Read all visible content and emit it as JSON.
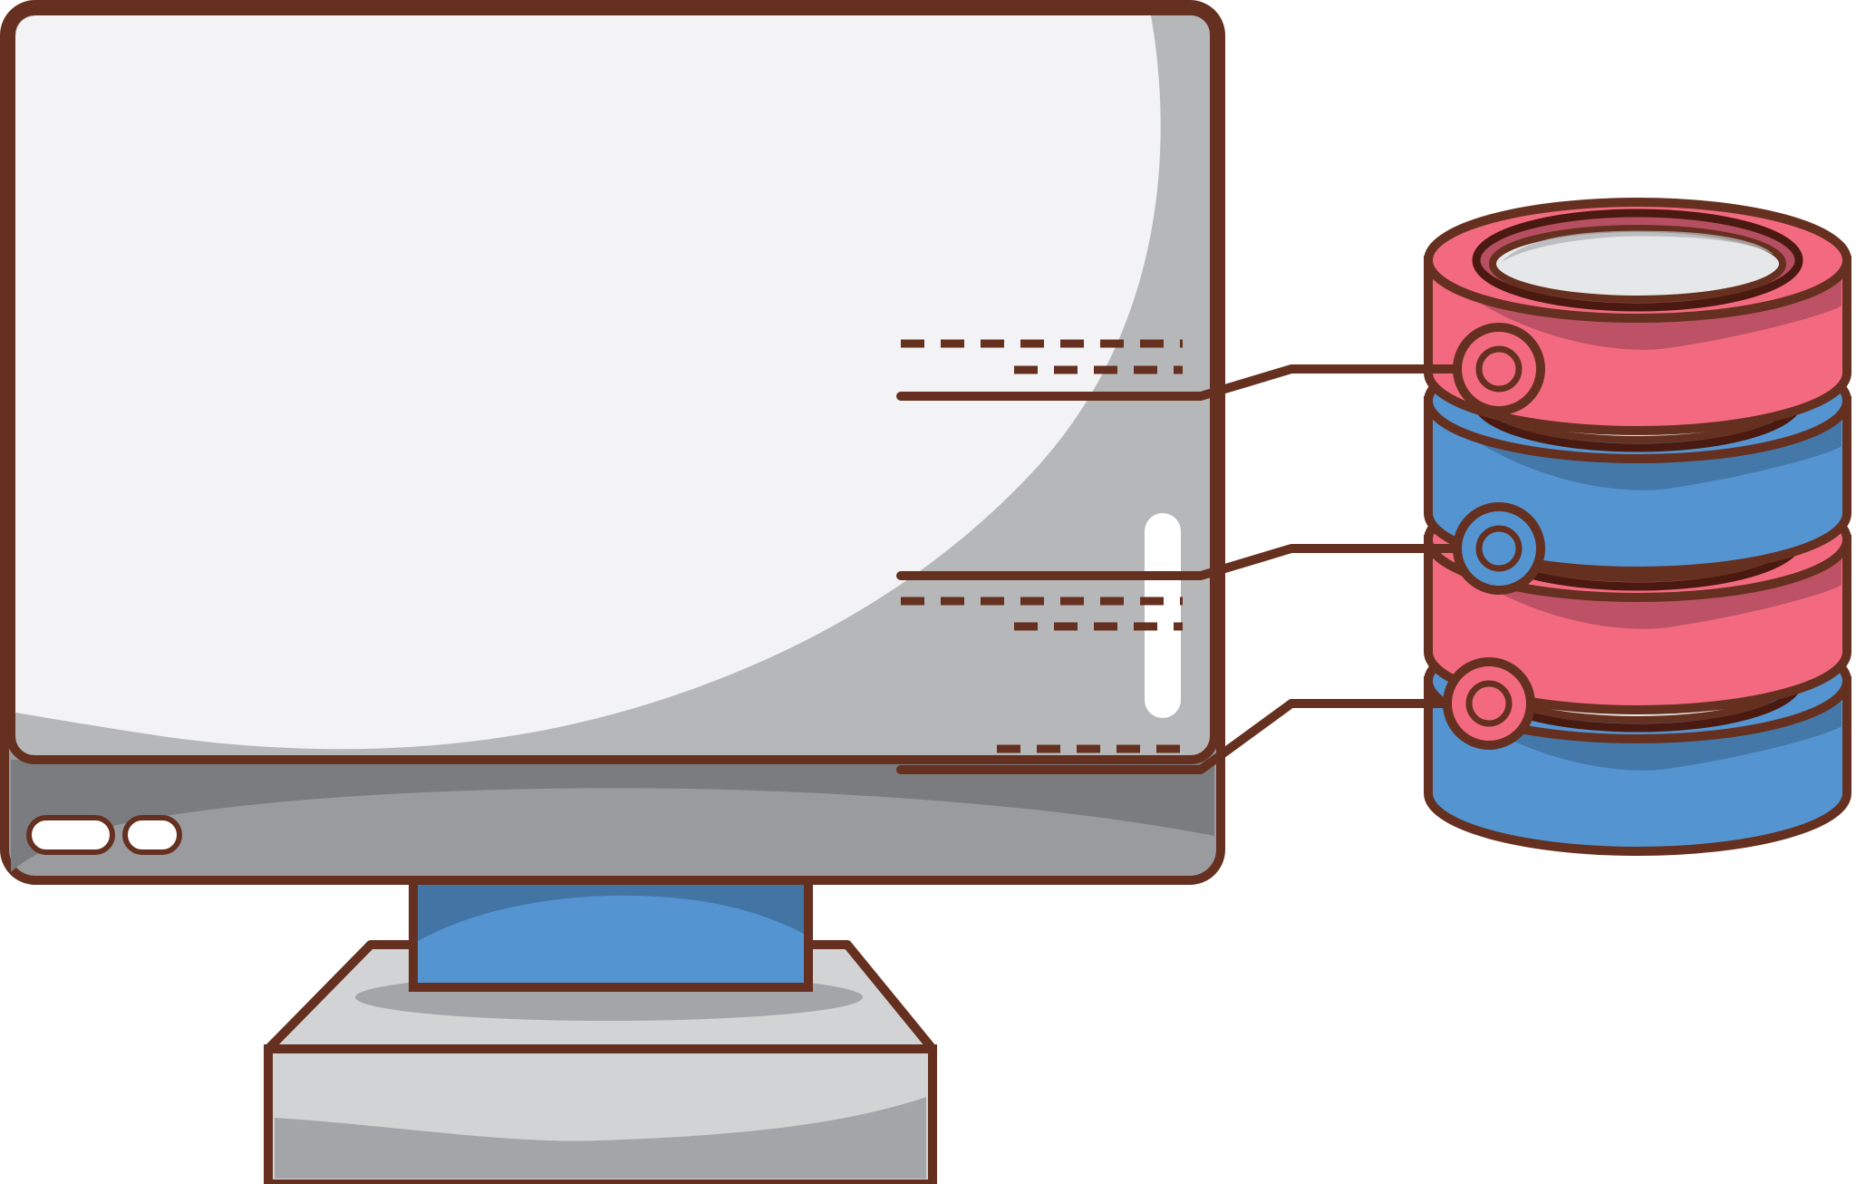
{
  "illustration": {
    "subject": "desktop-monitor-connected-to-database-stack",
    "icons": [
      "monitor-icon",
      "database-icon",
      "connector-node-icon"
    ]
  },
  "colors": {
    "outline": "#65301f",
    "outline_dark": "#4a1a10",
    "screen_light": "#f3f3f5",
    "screen_shade": "#b6b7b9",
    "bezel": "#9a9b9e",
    "bezel_shade": "#7b7c7f",
    "stand_blue": "#5494d1",
    "stand_blue_shade": "#4274a4",
    "base_light": "#d2d3d5",
    "base_shade": "#a4a5a8",
    "disk_pink": "#f36a80",
    "disk_pink_shade": "#b74f62",
    "disk_blue": "#5494d1",
    "disk_blue_shade": "#4274a4",
    "disk_inner": "#e6e7e9",
    "disk_inner_shade": "#b3b4b6",
    "white": "#ffffff"
  },
  "database_layers": [
    {
      "color": "pink"
    },
    {
      "color": "blue"
    },
    {
      "color": "pink"
    },
    {
      "color": "blue"
    }
  ],
  "connections": [
    {
      "from": "monitor-line-1",
      "to": "layer-1",
      "node_color": "pink"
    },
    {
      "from": "monitor-line-2",
      "to": "layer-2",
      "node_color": "blue"
    },
    {
      "from": "monitor-line-3",
      "to": "layer-3",
      "node_color": "pink"
    }
  ]
}
